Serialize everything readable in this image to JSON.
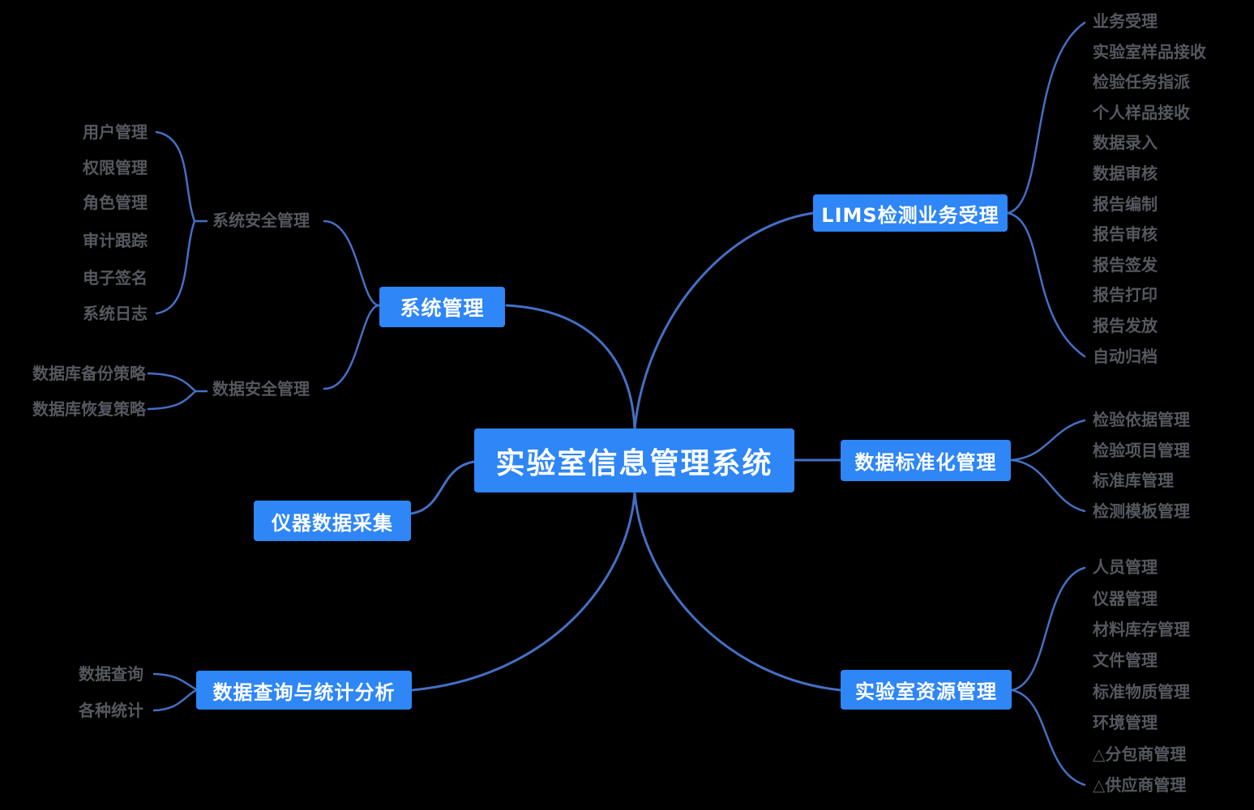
{
  "colors": {
    "node_bg": "#2E86F7",
    "node_text": "#FFFFFF",
    "line": "#4470C4",
    "leaf_text": "#56585F",
    "background": "#000000"
  },
  "root": {
    "label": "实验室信息管理系统"
  },
  "branches": {
    "system_mgmt": {
      "label": "系统管理",
      "children": {
        "system_security": {
          "label": "系统安全管理",
          "items": [
            "用户管理",
            "权限管理",
            "角色管理",
            "审计跟踪",
            "电子签名",
            "系统日志"
          ]
        },
        "data_security": {
          "label": "数据安全管理",
          "items": [
            "数据库备份策略",
            "数据库恢复策略"
          ]
        }
      }
    },
    "lims_accept": {
      "label": "LIMS检测业务受理",
      "items": [
        "业务受理",
        "实验室样品接收",
        "检验任务指派",
        "个人样品接收",
        "数据录入",
        "数据审核",
        "报告编制",
        "报告审核",
        "报告签发",
        "报告打印",
        "报告发放",
        "自动归档"
      ]
    },
    "data_std": {
      "label": "数据标准化管理",
      "items": [
        "检验依据管理",
        "检验项目管理",
        "标准库管理",
        "检测模板管理"
      ]
    },
    "instrument": {
      "label": "仪器数据采集",
      "items": []
    },
    "query_stats": {
      "label": "数据查询与统计分析",
      "items": [
        "数据查询",
        "各种统计"
      ]
    },
    "lab_resource": {
      "label": "实验室资源管理",
      "items": [
        "人员管理",
        "仪器管理",
        "材料库存管理",
        "文件管理",
        "标准物质管理",
        "环境管理",
        "△分包商管理",
        "△供应商管理"
      ]
    }
  }
}
